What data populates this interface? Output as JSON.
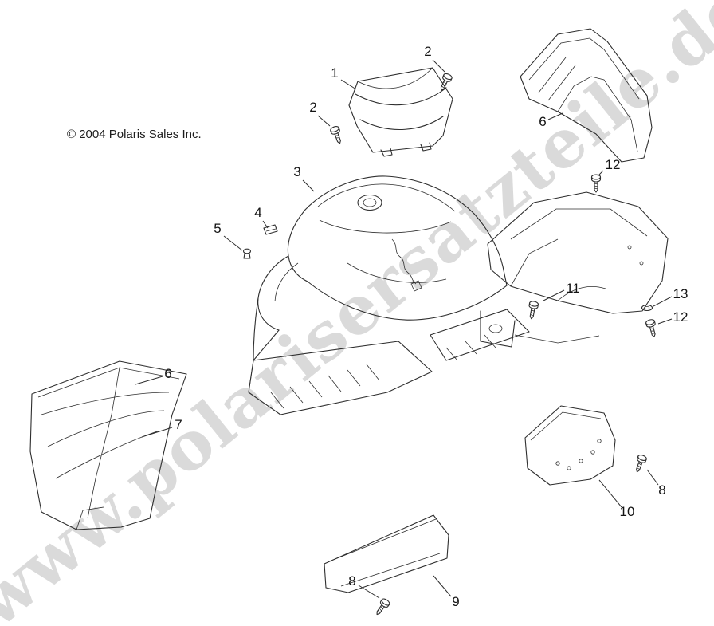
{
  "copyright": "© 2004 Polaris Sales Inc.",
  "watermark": "www.polarisersatzteile.de",
  "callouts": [
    {
      "label": "1"
    },
    {
      "label": "2"
    },
    {
      "label": "2"
    },
    {
      "label": "6"
    },
    {
      "label": "3"
    },
    {
      "label": "12"
    },
    {
      "label": "4"
    },
    {
      "label": "5"
    },
    {
      "label": "11"
    },
    {
      "label": "13"
    },
    {
      "label": "12"
    },
    {
      "label": "6"
    },
    {
      "label": "7"
    },
    {
      "label": "10"
    },
    {
      "label": "8"
    },
    {
      "label": "8"
    },
    {
      "label": "9"
    }
  ]
}
